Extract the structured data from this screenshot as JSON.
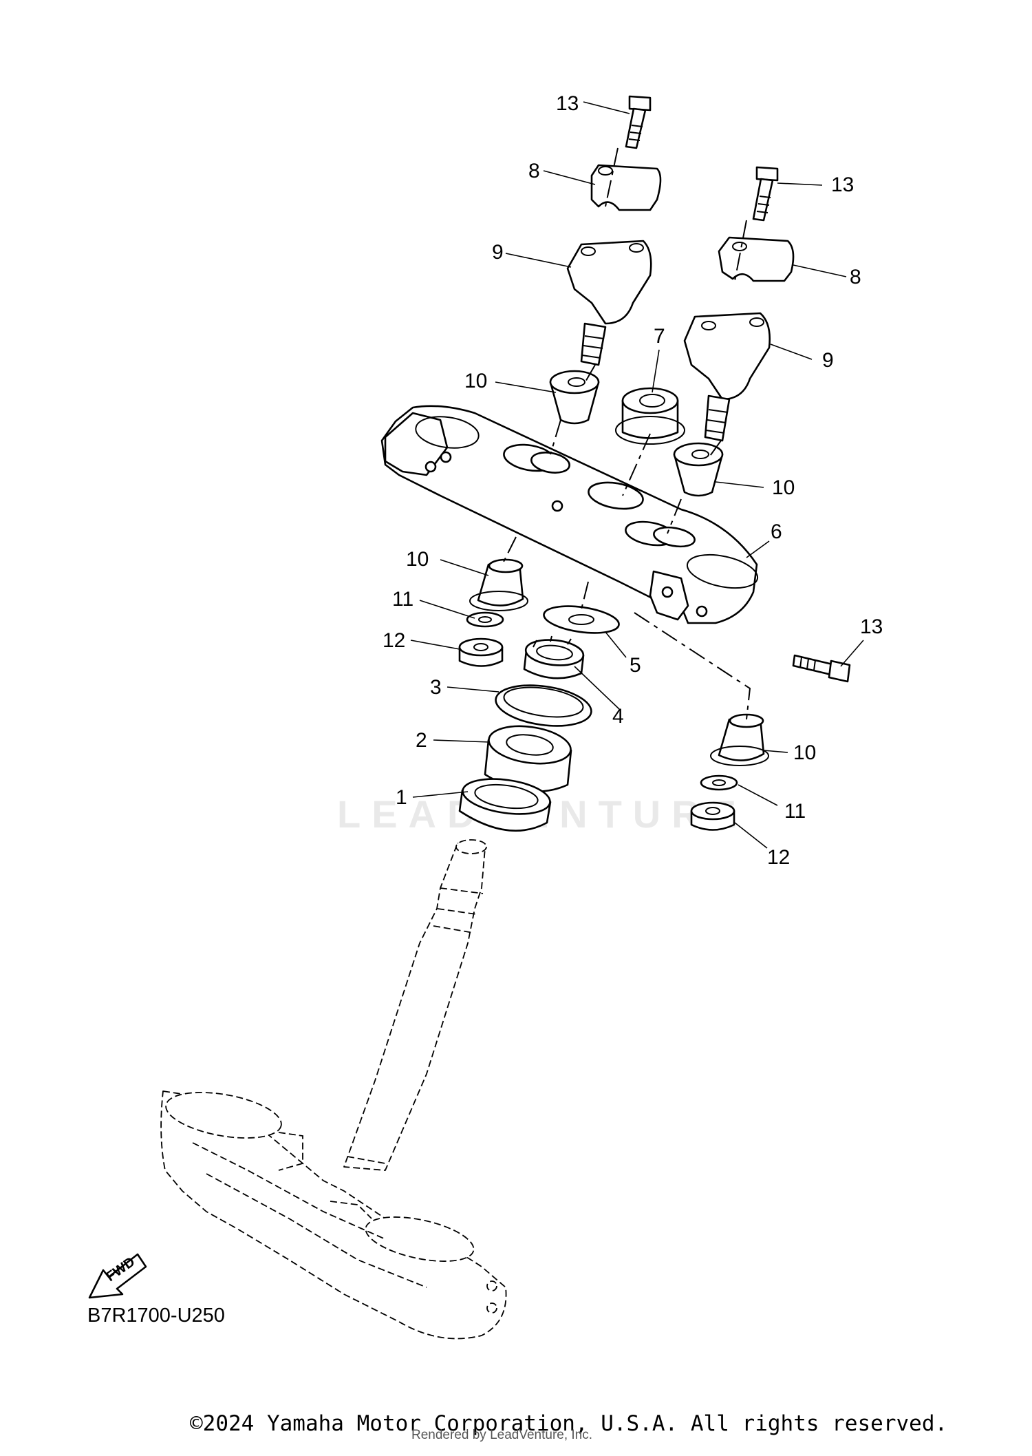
{
  "diagram_code": "B7R1700-U250",
  "copyright": "©2024 Yamaha Motor Corporation, U.S.A. All rights reserved.",
  "rendered_by": "Rendered by LeadVenture, Inc.",
  "watermark": "LEADVENTURE",
  "fwd_label": "FWD",
  "callouts": {
    "c1": "1",
    "c2": "2",
    "c3": "3",
    "c4": "4",
    "c5": "5",
    "c6": "6",
    "c7": "7",
    "c8a": "8",
    "c8b": "8",
    "c9a": "9",
    "c9b": "9",
    "c10a": "10",
    "c10b": "10",
    "c10c": "10",
    "c10d": "10",
    "c11a": "11",
    "c11b": "11",
    "c12a": "12",
    "c12b": "12",
    "c13a": "13",
    "c13b": "13",
    "c13c": "13"
  }
}
